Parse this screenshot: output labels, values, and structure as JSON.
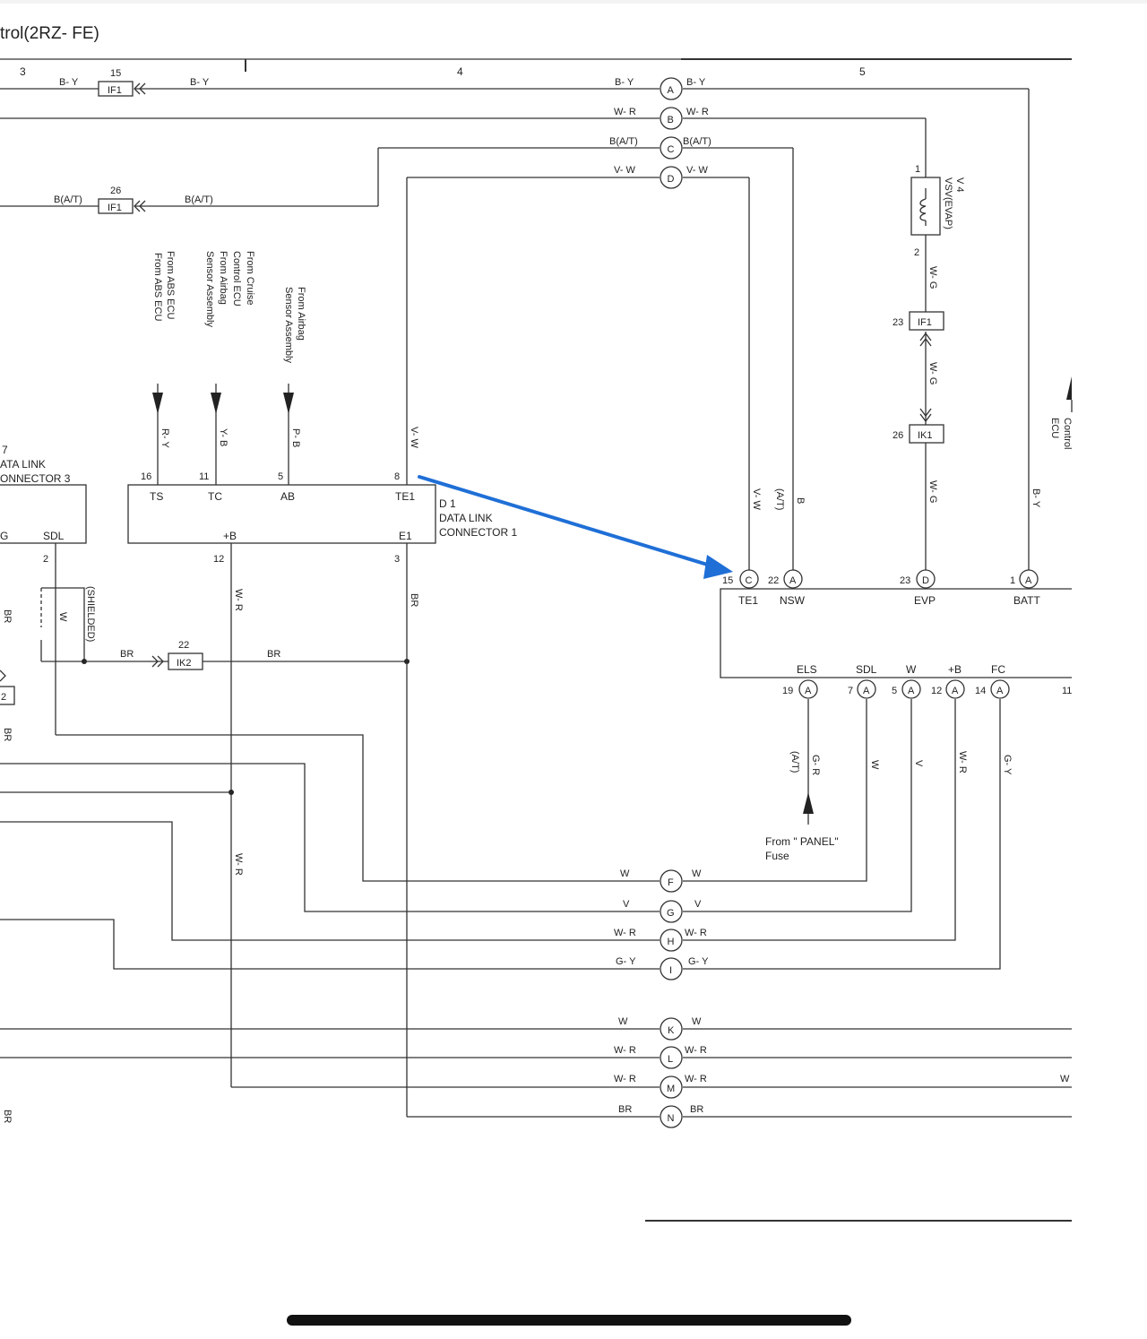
{
  "title": "trol(2RZ- FE)",
  "section_numbers": [
    "3",
    "4",
    "5"
  ],
  "wire_colors": {
    "by": "B- Y",
    "wr": "W- R",
    "bat": "B(A/T)",
    "vw": "V- W",
    "vw_v": "V- W",
    "ry": "R- Y",
    "yb": "Y- B",
    "pb": "P- B",
    "wr_v": "W- R",
    "br_v": "BR",
    "w_v": "W",
    "br": "BR",
    "b_v": "B",
    "at_v": "(A/T)",
    "wg_v": "W- G",
    "by_v": "B- Y",
    "gr_v": "G- R",
    "v_v": "V",
    "gy_v": "G- Y",
    "w": "W",
    "v": "V",
    "gy": "G- Y",
    "br_left": "BR"
  },
  "junctions": [
    "A",
    "B",
    "C",
    "D",
    "F",
    "G",
    "H",
    "I",
    "K",
    "L",
    "M",
    "N"
  ],
  "connectors": {
    "if1": "IF1",
    "ik1": "IK1",
    "ik2": "IK2",
    "pin_15": "15",
    "pin_26": "26",
    "pin_23": "23",
    "pin_26b": "26",
    "pin_22": "22",
    "pin_2": "2"
  },
  "sources": {
    "abs_ecu_1": "From ABS ECU",
    "abs_ecu_2": "From ABS ECU",
    "cruise_1": "From Cruise",
    "cruise_2": "Control ECU",
    "airbag_1": "From Airbag",
    "airbag_2": "Sensor Assembly",
    "airbag_b1": "From Airbag",
    "airbag_b2": "Sensor Assembly",
    "panel_1": "From \" PANEL\"",
    "panel_2": "Fuse",
    "control_1": "Control",
    "control_2": "ECU"
  },
  "dlc1": {
    "pin_ts": "16",
    "pin_tc": "11",
    "pin_ab": "5",
    "pin_te1": "8",
    "ts": "TS",
    "tc": "TC",
    "ab": "AB",
    "te1": "TE1",
    "b": "+B",
    "e1": "E1",
    "pin_b": "12",
    "pin_e1": "3",
    "id": "D 1",
    "name_1": "DATA LINK",
    "name_2": "CONNECTOR 1"
  },
  "dlc3": {
    "id": "7",
    "name_1": "ATA LINK",
    "name_2": "ONNECTOR 3",
    "g": "G",
    "sdl": "SDL",
    "pin_sdl": "2",
    "shielded": "(SHIELDED)",
    "side_2": "2"
  },
  "vsv": {
    "id": "V 4",
    "name": "VSV(EVAP)",
    "pin_1": "1",
    "pin_2": "2"
  },
  "ecm_top": {
    "te1": "TE1",
    "nsw": "NSW",
    "evp": "EVP",
    "batt": "BATT",
    "pin_te1": "15",
    "pin_nsw": "22",
    "pin_evp": "23",
    "pin_batt": "1",
    "c_te1": "C",
    "c_nsw": "A",
    "c_evp": "D",
    "c_batt": "A"
  },
  "ecm_bottom": {
    "els": "ELS",
    "sdl": "SDL",
    "w": "W",
    "b": "+B",
    "fc": "FC",
    "pin_els": "19",
    "pin_sdl": "7",
    "pin_w": "5",
    "pin_b": "12",
    "pin_fc": "14",
    "pin_11": "11",
    "conn": "A"
  }
}
